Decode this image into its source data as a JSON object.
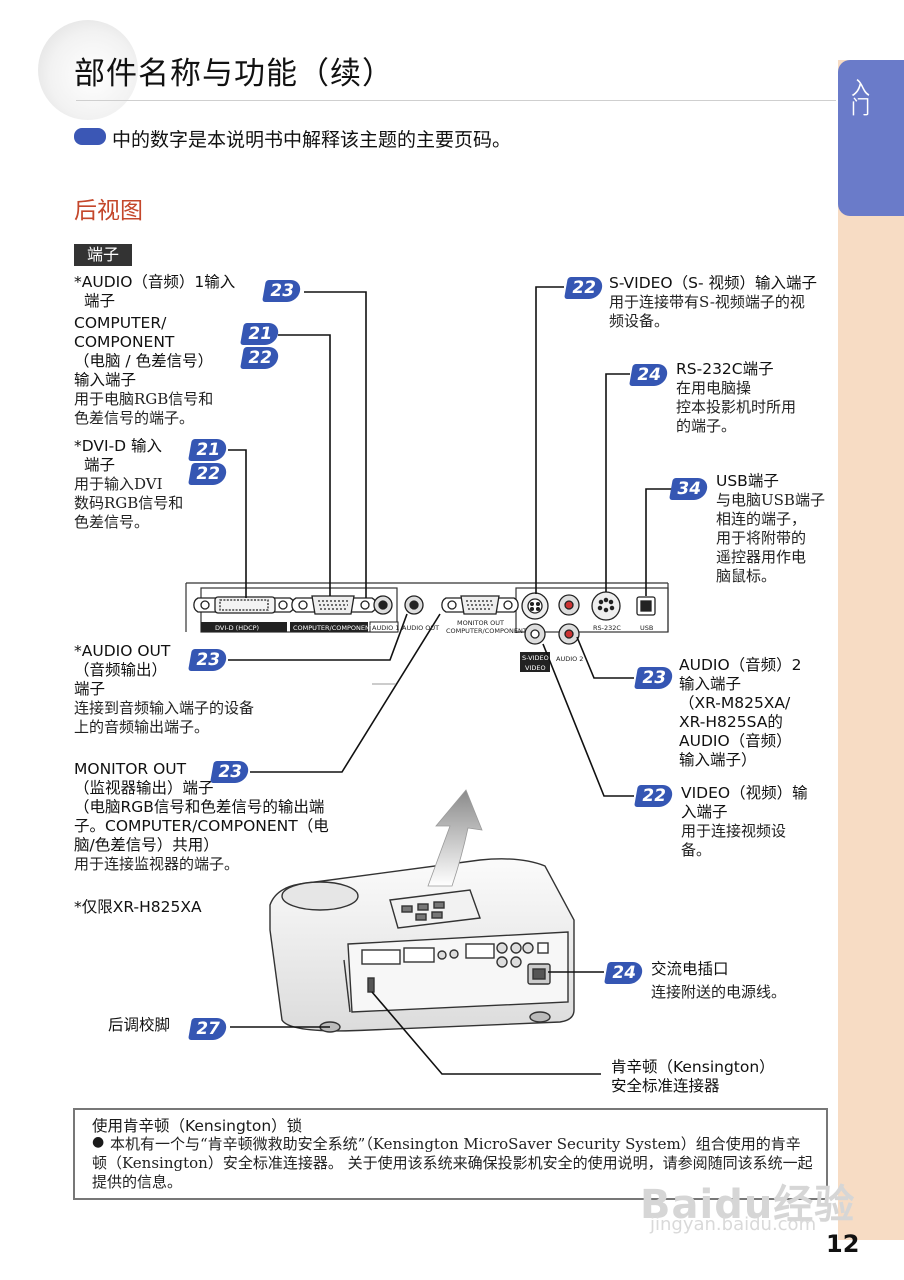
{
  "header": {
    "title": "部件名称与功能（续）"
  },
  "intro_note": "中的数字是本说明书中解释该主题的主要页码。",
  "section_heading": "后视图",
  "terminal_tag": "端子",
  "side_tab": "入门",
  "page_number": "12",
  "labels": {
    "audio1": {
      "name": [
        "*AUDIO（音频）1输入",
        "端子"
      ],
      "pages": [
        "23"
      ]
    },
    "computer": {
      "name": [
        "COMPUTER/",
        "COMPONENT",
        "（电脑 / 色差信号）",
        "输入端子"
      ],
      "desc": [
        "用于电脑RGB信号和",
        "色差信号的端子。"
      ],
      "pages": [
        "21",
        "22"
      ]
    },
    "dvi": {
      "name": [
        "*DVI-D 输入",
        "端子"
      ],
      "desc": [
        "用于输入DVI",
        "数码RGB信号和",
        "色差信号。"
      ],
      "pages": [
        "21",
        "22"
      ]
    },
    "audio_out": {
      "name": [
        "*AUDIO OUT",
        "（音频输出）",
        "端子"
      ],
      "desc": [
        "连接到音频输入端子的设备",
        "上的音频输出端子。"
      ],
      "pages": [
        "23"
      ]
    },
    "monitor_out": {
      "name": [
        "MONITOR OUT",
        "（监视器输出）端子",
        "（电脑RGB信号和色差信号的输出端",
        "子。COMPUTER/COMPONENT（电",
        "脑/色差信号）共用）"
      ],
      "desc": [
        "用于连接监视器的端子。"
      ],
      "pages": [
        "23"
      ]
    },
    "xr_note": "*仅限XR-H825XA",
    "svideo": {
      "name": [
        "S-VIDEO（S- 视频）输入端子"
      ],
      "desc": [
        "用于连接带有S-视频端子的视",
        "频设备。"
      ],
      "pages": [
        "22"
      ]
    },
    "rs232c": {
      "name": [
        "RS-232C端子"
      ],
      "desc": [
        "在用电脑操",
        "控本投影机时所用",
        "的端子。"
      ],
      "pages": [
        "24"
      ]
    },
    "usb": {
      "name": [
        "USB端子"
      ],
      "desc": [
        "与电脑USB端子",
        "相连的端子，",
        "用于将附带的",
        "遥控器用作电",
        "脑鼠标。"
      ],
      "pages": [
        "34"
      ]
    },
    "audio2": {
      "name": [
        "AUDIO（音频）2",
        "输入端子",
        "（XR-M825XA/",
        "XR-H825SA的",
        "AUDIO（音频）",
        "输入端子）"
      ],
      "pages": [
        "23"
      ]
    },
    "video": {
      "name": [
        "VIDEO（视频）输",
        "入端子"
      ],
      "desc": [
        "用于连接视频设",
        "备。"
      ],
      "pages": [
        "22"
      ]
    },
    "ac_inlet": {
      "name": [
        "交流电插口"
      ],
      "desc": [
        "连接附送的电源线。"
      ],
      "pages": [
        "24"
      ]
    },
    "foot": {
      "name": [
        "后调校脚"
      ],
      "pages": [
        "27"
      ]
    },
    "kensington": {
      "name": [
        "肯辛顿（Kensington）",
        "安全标准连接器"
      ]
    }
  },
  "panel": {
    "dvi_label": "DVI-D (HDCP)",
    "computer_label": "COMPUTER/COMPONENT",
    "audio1_label": "AUDIO 1",
    "audio_out_label": "AUDIO OUT",
    "monitor_label_1": "MONITOR OUT",
    "monitor_label_2": "COMPUTER/COMPONENT",
    "svideo_label": "S-VIDEO",
    "video_label": "VIDEO",
    "audio2_label": "AUDIO 2",
    "rs232c_label": "RS-232C",
    "usb_label": "USB"
  },
  "note_box": {
    "title": "使用肯辛顿（Kensington）锁",
    "body": "本机有一个与“肯辛顿微救助安全系统”（Kensington MicroSaver Security System）组合使用的肯辛顿（Kensington）安全标准连接器。 关于使用该系统来确保投影机安全的使用说明，请参阅随同该系统一起提供的信息。"
  },
  "watermark": {
    "main": "Baidu经验",
    "sub": "jingyan.baidu.com"
  },
  "colors": {
    "badge": "#3556b3",
    "heading": "#c4472b",
    "side_tab": "#6a7bc9",
    "side_strip": "#f7dcc4"
  }
}
